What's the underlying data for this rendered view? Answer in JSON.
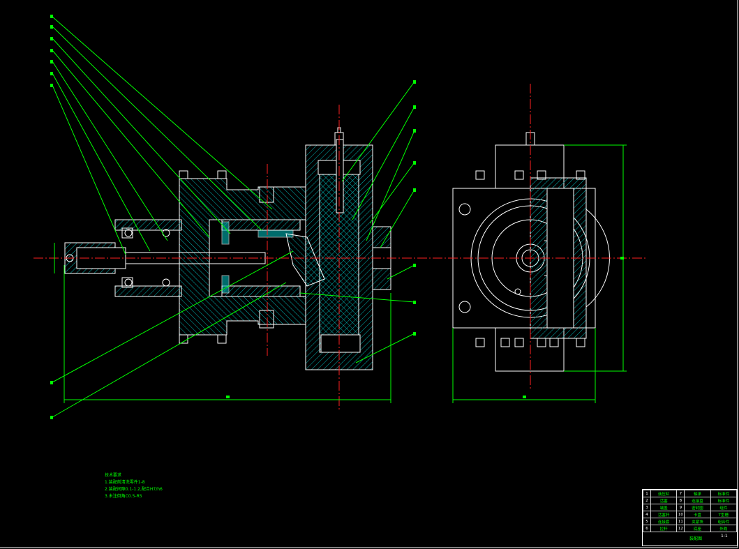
{
  "drawing": {
    "colors": {
      "background": "#000000",
      "outline": "#ffffff",
      "hatch": "#00b4b4",
      "centerline": "#ff2020",
      "dimension": "#00ff00"
    },
    "notes": {
      "title": "技术要求",
      "lines": [
        "1.装配前清洗零件1-8",
        "2.装配间隙0.1-1.2,配合H7/h6",
        "3.未注倒角C0.5-R5"
      ]
    },
    "title_block": {
      "rows": [
        {
          "no": "1",
          "name": "液压缸",
          "no2": "7",
          "name2": "轴承",
          "note": "标准件"
        },
        {
          "no": "2",
          "name": "活塞",
          "no2": "8",
          "name2": "连接盘",
          "note": "标准件"
        },
        {
          "no": "3",
          "name": "端盖",
          "no2": "9",
          "name2": "密封圈",
          "note": "组件"
        },
        {
          "no": "4",
          "name": "活塞杆",
          "no2": "10",
          "name2": "卡盘",
          "note": "T型槽"
        },
        {
          "no": "5",
          "name": "连接套",
          "no2": "11",
          "name2": "夹紧块",
          "note": "组合件"
        },
        {
          "no": "6",
          "name": "拉杆",
          "no2": "12",
          "name2": "底座",
          "note": "外购"
        }
      ],
      "drawing_name": "装配图",
      "scale": "1:1"
    }
  }
}
